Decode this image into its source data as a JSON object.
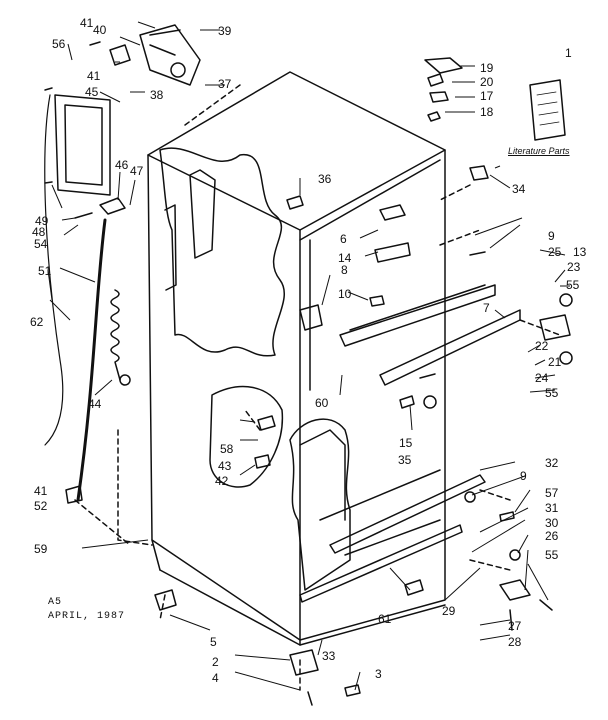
{
  "literature_label": "Literature Parts",
  "footer": {
    "code": "A5",
    "date": "APRIL, 1987"
  },
  "callouts": [
    "1",
    "2",
    "3",
    "4",
    "5",
    "6",
    "7",
    "8",
    "9",
    "9",
    "10",
    "13",
    "14",
    "15",
    "17",
    "18",
    "19",
    "20",
    "21",
    "22",
    "23",
    "24",
    "25",
    "26",
    "27",
    "28",
    "29",
    "30",
    "31",
    "32",
    "33",
    "34",
    "35",
    "36",
    "37",
    "38",
    "39",
    "40",
    "41",
    "41",
    "41",
    "42",
    "43",
    "44",
    "45",
    "46",
    "47",
    "48",
    "49",
    "51",
    "52",
    "54",
    "55",
    "55",
    "55",
    "56",
    "57",
    "58",
    "59",
    "60",
    "61",
    "62"
  ]
}
